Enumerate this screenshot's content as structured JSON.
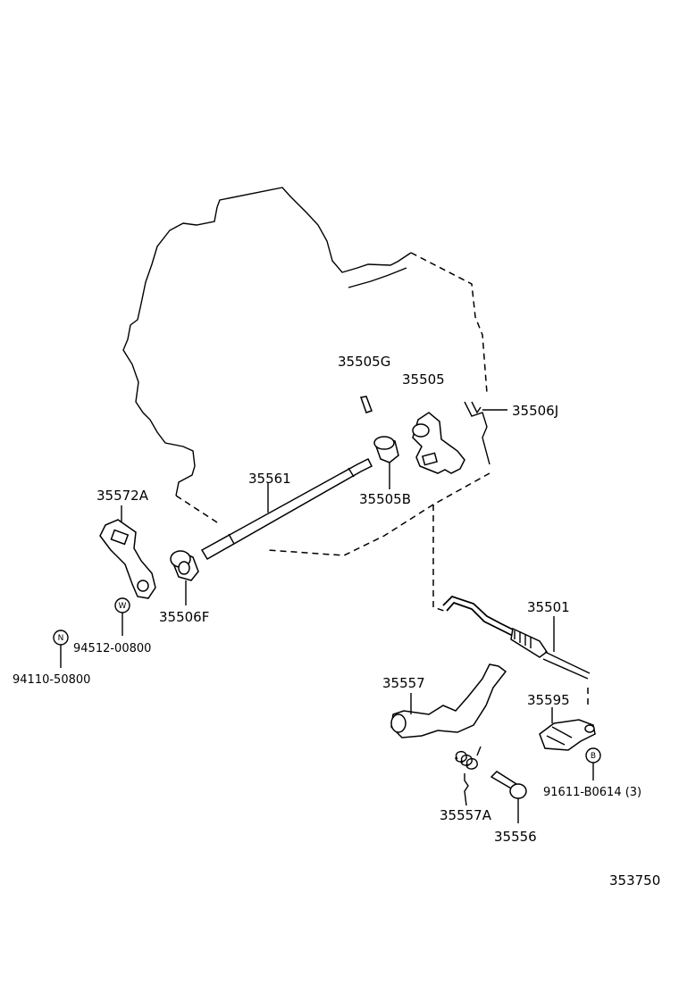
{
  "labels": {
    "p35505G": "35505G",
    "p35505": "35505",
    "p35506J": "35506J",
    "p35561": "35561",
    "p35505B": "35505B",
    "p35572A": "35572A",
    "p35506F": "35506F",
    "p94512": "94512-00800",
    "p94110": "94110-50800",
    "p35501": "35501",
    "p35557": "35557",
    "p35595": "35595",
    "p91611": "91611-B0614 (3)",
    "p35557A": "35557A",
    "p35556": "35556",
    "diagram_id": "353750"
  },
  "symbols": {
    "w": "W",
    "n": "N",
    "b": "B"
  }
}
